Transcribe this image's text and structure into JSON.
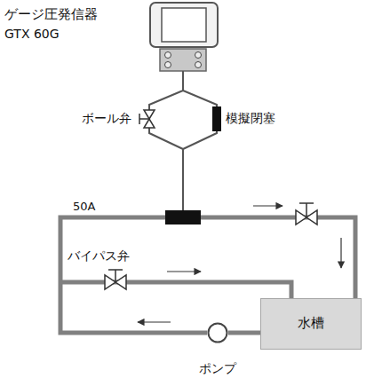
{
  "diagram": {
    "nodes": [
      {
        "text": [
          "ゲージ圧発信器",
          "GTX 60G"
        ]
      },
      {
        "text": [
          "水槽"
        ]
      },
      {
        "text": [
          "ポンプ"
        ]
      }
    ],
    "edges": [
      {
        "from": 1,
        "to": 2,
        "arrow": "none"
      }
    ],
    "labels": [
      "ボール弁",
      "模擬閉塞",
      "50A",
      "バイパス弁"
    ]
  }
}
